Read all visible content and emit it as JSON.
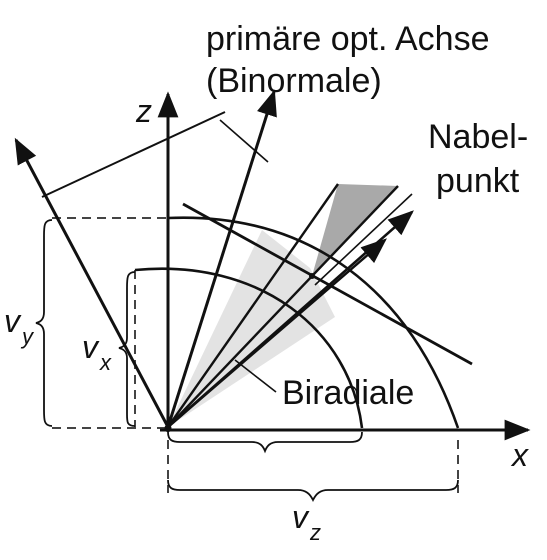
{
  "labels": {
    "optic_axis_line1": "primäre opt. Achse",
    "optic_axis_line2": "(Binormale)",
    "nabel_line1": "Nabel-",
    "nabel_line2": "punkt",
    "biradiale": "Biradiale",
    "axis_z": "z",
    "axis_x": "x",
    "v_y_main": "v",
    "v_y_sub": "y",
    "v_x_main": "v",
    "v_x_sub": "x",
    "v_z_main": "v",
    "v_z_sub": "z"
  },
  "colors": {
    "line": "#111111",
    "light_fill": "#e3e3e3",
    "dark_fill": "#a9a9a9",
    "dash": "#444444"
  }
}
